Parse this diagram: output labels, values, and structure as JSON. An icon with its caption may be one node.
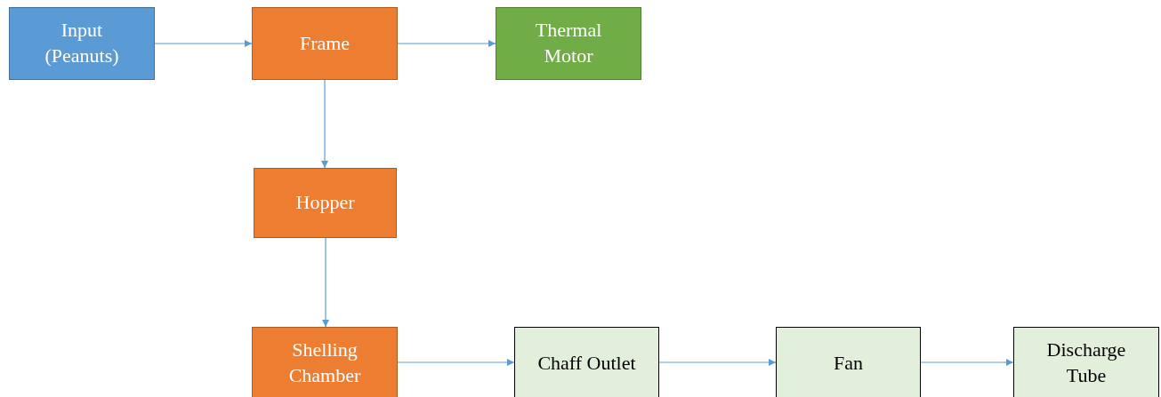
{
  "diagram": {
    "nodes": [
      {
        "text": [
          "Input (Peanuts)"
        ]
      },
      {
        "text": [
          "Frame"
        ]
      },
      {
        "text": [
          "Thermal Motor"
        ]
      },
      {
        "text": [
          "Hopper"
        ]
      },
      {
        "text": [
          "Shelling Chamber"
        ]
      },
      {
        "text": [
          "Chaff Outlet"
        ]
      },
      {
        "text": [
          "Fan"
        ]
      },
      {
        "text": [
          "Discharge Tube"
        ]
      }
    ],
    "edges": [
      {
        "from": 0,
        "to": 1,
        "arrow": "to"
      },
      {
        "from": 1,
        "to": 2,
        "arrow": "to"
      },
      {
        "from": 1,
        "to": 3,
        "arrow": "to"
      },
      {
        "from": 3,
        "to": 4,
        "arrow": "to"
      },
      {
        "from": 4,
        "to": 5,
        "arrow": "to"
      },
      {
        "from": 5,
        "to": 6,
        "arrow": "to"
      },
      {
        "from": 6,
        "to": 7,
        "arrow": "to"
      }
    ]
  }
}
